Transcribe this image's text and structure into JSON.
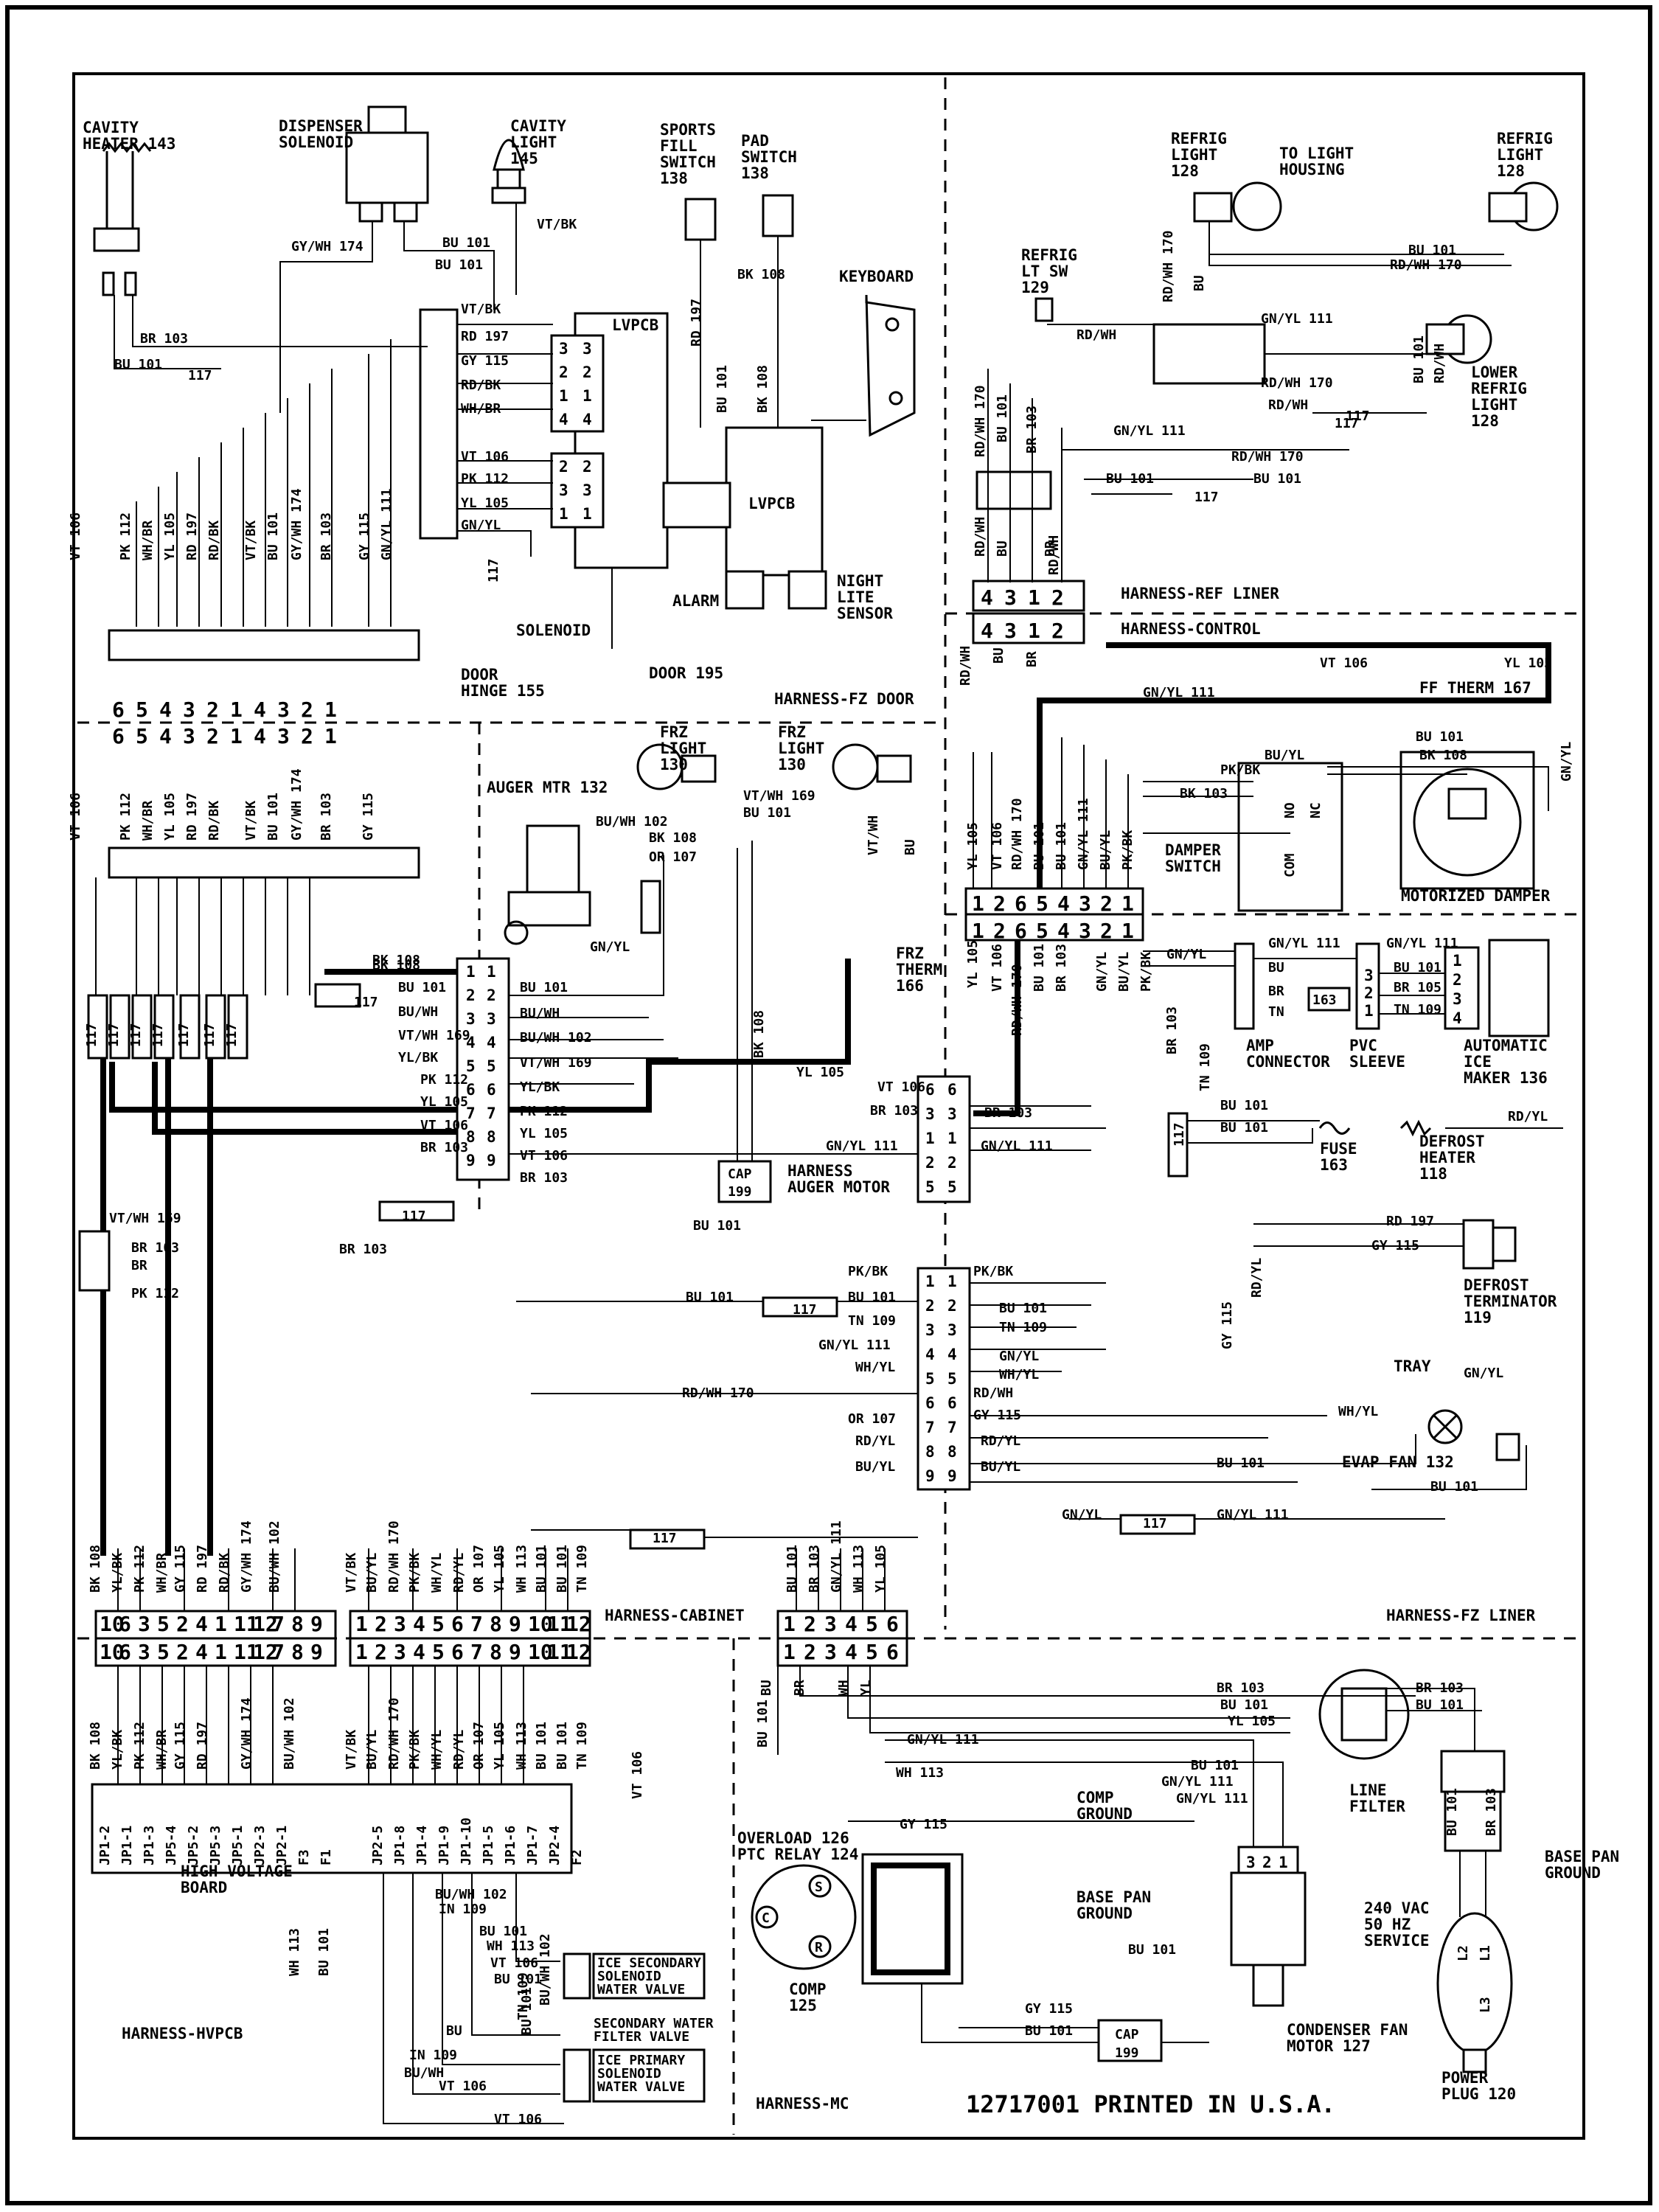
{
  "footer": {
    "part_print": "12717001 PRINTED IN U.S.A."
  },
  "harness_labels": {
    "fz_door": "HARNESS-FZ DOOR",
    "ref_liner": "HARNESS-REF LINER",
    "control": "HARNESS-CONTROL",
    "cabinet": "HARNESS-CABINET",
    "fz_liner": "HARNESS-FZ LINER",
    "hvpcb": "HARNESS-HVPCB",
    "mc": "HARNESS-MC"
  },
  "components": [
    {
      "id": "cavity_heater",
      "lines": [
        "CAVITY",
        "HEATER 143"
      ]
    },
    {
      "id": "dispenser_solenoid",
      "lines": [
        "DISPENSER",
        "SOLENOID"
      ]
    },
    {
      "id": "cavity_light",
      "lines": [
        "CAVITY",
        "LIGHT",
        "145"
      ]
    },
    {
      "id": "sports_fill_switch",
      "lines": [
        "SPORTS",
        "FILL",
        "SWITCH",
        "138"
      ]
    },
    {
      "id": "pad_switch",
      "lines": [
        "PAD",
        "SWITCH",
        "138"
      ]
    },
    {
      "id": "keyboard",
      "lines": [
        "KEYBOARD"
      ]
    },
    {
      "id": "lvpcb_top",
      "lines": [
        "LVPCB"
      ]
    },
    {
      "id": "lvpcb_mid",
      "lines": [
        "LVPCB"
      ]
    },
    {
      "id": "alarm",
      "lines": [
        "ALARM"
      ]
    },
    {
      "id": "night_lite_sensor",
      "lines": [
        "NIGHT",
        "LITE",
        "SENSOR"
      ]
    },
    {
      "id": "solenoid_ground",
      "lines": [
        "SOLENOID"
      ]
    },
    {
      "id": "door_hinge",
      "lines": [
        "DOOR",
        "HINGE 155"
      ]
    },
    {
      "id": "door_195",
      "lines": [
        "DOOR 195"
      ]
    },
    {
      "id": "refrig_light_left",
      "lines": [
        "REFRIG",
        "LIGHT",
        "128"
      ]
    },
    {
      "id": "to_light_housing",
      "lines": [
        "TO LIGHT",
        "HOUSING"
      ]
    },
    {
      "id": "refrig_light_right",
      "lines": [
        "REFRIG",
        "LIGHT",
        "128"
      ]
    },
    {
      "id": "refrig_lt_sw",
      "lines": [
        "REFRIG",
        "LT SW",
        "129"
      ]
    },
    {
      "id": "lower_refrig_light",
      "lines": [
        "LOWER",
        "REFRIG",
        "LIGHT",
        "128"
      ]
    },
    {
      "id": "ff_therm",
      "lines": [
        "FF THERM 167"
      ]
    },
    {
      "id": "frz_light_left",
      "lines": [
        "FRZ",
        "LIGHT",
        "130"
      ]
    },
    {
      "id": "frz_light_right",
      "lines": [
        "FRZ",
        "LIGHT",
        "130"
      ]
    },
    {
      "id": "auger_mtr",
      "lines": [
        "AUGER MTR 132"
      ]
    },
    {
      "id": "damper_switch",
      "lines": [
        "DAMPER",
        "SWITCH"
      ]
    },
    {
      "id": "motorized_damper",
      "lines": [
        "MOTORIZED DAMPER"
      ]
    },
    {
      "id": "frz_therm",
      "lines": [
        "FRZ",
        "THERM",
        "166"
      ]
    },
    {
      "id": "harness_auger_motor",
      "lines": [
        "HARNESS",
        "AUGER MOTOR"
      ]
    },
    {
      "id": "amp_connector",
      "lines": [
        "AMP",
        "CONNECTOR"
      ]
    },
    {
      "id": "pvc_sleeve",
      "lines": [
        "PVC",
        "SLEEVE"
      ]
    },
    {
      "id": "automatic_ice_maker",
      "lines": [
        "AUTOMATIC",
        "ICE",
        "MAKER 136"
      ]
    },
    {
      "id": "fuse",
      "lines": [
        "FUSE",
        "163"
      ]
    },
    {
      "id": "defrost_heater",
      "lines": [
        "DEFROST",
        "HEATER",
        "118"
      ]
    },
    {
      "id": "defrost_terminator",
      "lines": [
        "DEFROST",
        "TERMINATOR",
        "119"
      ]
    },
    {
      "id": "tray",
      "lines": [
        "TRAY"
      ]
    },
    {
      "id": "evap_fan",
      "lines": [
        "EVAP FAN 132"
      ]
    },
    {
      "id": "high_voltage_board",
      "lines": [
        "HIGH VOLTAGE",
        "BOARD"
      ]
    },
    {
      "id": "line_filter",
      "lines": [
        "LINE",
        "FILTER"
      ]
    },
    {
      "id": "comp_ground",
      "lines": [
        "COMP",
        "GROUND"
      ]
    },
    {
      "id": "base_pan_ground",
      "lines": [
        "BASE PAN",
        "GROUND"
      ]
    },
    {
      "id": "overload_ptc",
      "lines": [
        "OVERLOAD 126",
        "PTC RELAY 124"
      ]
    },
    {
      "id": "comp",
      "lines": [
        "COMP",
        "125"
      ]
    },
    {
      "id": "condenser_fan_motor",
      "lines": [
        "CONDENSER FAN",
        "MOTOR 127"
      ]
    },
    {
      "id": "service",
      "lines": [
        "240 VAC",
        "50 HZ",
        "SERVICE"
      ]
    },
    {
      "id": "power_plug",
      "lines": [
        "POWER",
        "PLUG 120"
      ]
    },
    {
      "id": "base_pan_ground_2",
      "lines": [
        "BASE PAN",
        "GROUND"
      ]
    },
    {
      "id": "secondary_valve",
      "lines": [
        "ICE SECONDARY",
        "SOLENOID",
        "WATER VALVE"
      ]
    },
    {
      "id": "secondary_filter_valve",
      "lines": [
        "SECONDARY WATER",
        "FILTER VALVE"
      ]
    },
    {
      "id": "primary_valve",
      "lines": [
        "ICE PRIMARY",
        "SOLENOID",
        "WATER VALVE"
      ]
    }
  ],
  "pin_sets": {
    "fz_door_a": [
      "6",
      "5",
      "4",
      "3",
      "2",
      "1",
      "4",
      "3",
      "2",
      "1"
    ],
    "ref_liner": [
      "4",
      "3",
      "1",
      "2"
    ],
    "control": [
      "1",
      "2",
      "6",
      "5",
      "4",
      "3",
      "2",
      "1"
    ],
    "auger_plug": [
      "1",
      "2",
      "3",
      "4",
      "5",
      "6",
      "7",
      "8",
      "9"
    ],
    "mid_plug": [
      "6",
      "3",
      "1",
      "2",
      "5"
    ],
    "mid_plug_9": [
      "1",
      "2",
      "3",
      "4",
      "5",
      "6",
      "7",
      "8",
      "9"
    ],
    "cabinet_a": [
      "10",
      "6",
      "3",
      "5",
      "2",
      "4",
      "1",
      "11",
      "12",
      "7",
      "8",
      "9"
    ],
    "cabinet_b": [
      "1",
      "2",
      "3",
      "4",
      "5",
      "6",
      "7",
      "8",
      "9",
      "10",
      "11",
      "12"
    ],
    "cabinet_c": [
      "1",
      "2",
      "3",
      "4",
      "5",
      "6"
    ],
    "lvpcb": [
      "3",
      "2",
      "1",
      "4",
      "2",
      "3",
      "1"
    ],
    "hvb_pins": [
      "JP1-2",
      "JP1-1",
      "JP1-3",
      "JP5-4",
      "JP5-2",
      "JP5-3",
      "JP5-1",
      "JP2-3",
      "JP2-1",
      "F3",
      "F1",
      "JP2-5",
      "JP1-8",
      "JP1-4",
      "JP1-9",
      "JP1-10",
      "JP1-5",
      "JP1-6",
      "JP1-7",
      "JP2-4",
      "F2"
    ],
    "small_pins": [
      "3",
      "2",
      "1"
    ],
    "ice_pins": [
      "1",
      "2",
      "3",
      "4"
    ]
  },
  "wire_labels": [
    {
      "t": "BU 101",
      "id": "w1"
    },
    {
      "t": "BR 103",
      "id": "w2"
    },
    {
      "t": "GY/WH 174",
      "id": "w3"
    },
    {
      "t": "VT/BK",
      "id": "w4"
    },
    {
      "t": "RD 197",
      "id": "w5"
    },
    {
      "t": "GY 115",
      "id": "w6"
    },
    {
      "t": "RD/BK",
      "id": "w7"
    },
    {
      "t": "WH/BR",
      "id": "w8"
    },
    {
      "t": "VT 106",
      "id": "w9"
    },
    {
      "t": "PK 112",
      "id": "w10"
    },
    {
      "t": "YL 105",
      "id": "w11"
    },
    {
      "t": "GN/YL",
      "id": "w12"
    },
    {
      "t": "BK 108",
      "id": "w13"
    },
    {
      "t": "RD/WH",
      "id": "w14"
    },
    {
      "t": "RD/WH 170",
      "id": "w15"
    },
    {
      "t": "GN/YL 111",
      "id": "w16"
    },
    {
      "t": "BU",
      "id": "w17"
    },
    {
      "t": "BR",
      "id": "w18"
    },
    {
      "t": "VT/WH 169",
      "id": "w19"
    },
    {
      "t": "OR 107",
      "id": "w20"
    },
    {
      "t": "BU/WH 102",
      "id": "w21"
    },
    {
      "t": "YL/BK",
      "id": "w22"
    },
    {
      "t": "BU/YL",
      "id": "w23"
    },
    {
      "t": "PK/BK",
      "id": "w24"
    },
    {
      "t": "BK 103",
      "id": "w25"
    },
    {
      "t": "TN 109",
      "id": "w26"
    },
    {
      "t": "WH/YL",
      "id": "w27"
    },
    {
      "t": "RD/YL",
      "id": "w28"
    },
    {
      "t": "WH 113",
      "id": "w29"
    },
    {
      "t": "VT/WH",
      "id": "w30"
    },
    {
      "t": "GY/WH",
      "id": "w31"
    },
    {
      "t": "IN 109",
      "id": "w32"
    },
    {
      "t": "BU/WH",
      "id": "w33"
    },
    {
      "t": "TN",
      "id": "w34"
    },
    {
      "t": "117",
      "id": "w35"
    },
    {
      "t": "163",
      "id": "w36"
    },
    {
      "t": "CAP",
      "id": "w37"
    },
    {
      "t": "199",
      "id": "w38"
    },
    {
      "t": "NO",
      "id": "w39"
    },
    {
      "t": "NC",
      "id": "w40"
    },
    {
      "t": "COM",
      "id": "w41"
    },
    {
      "t": "S",
      "id": "w42"
    },
    {
      "t": "C",
      "id": "w43"
    },
    {
      "t": "R",
      "id": "w44"
    },
    {
      "t": "L1",
      "id": "w45"
    },
    {
      "t": "L2",
      "id": "w46"
    },
    {
      "t": "L3",
      "id": "w47"
    },
    {
      "t": "YL",
      "id": "w48"
    },
    {
      "t": "WH",
      "id": "w49"
    },
    {
      "t": "VT 106",
      "id": "w50"
    },
    {
      "t": "GN/YL 111",
      "id": "w51"
    },
    {
      "t": "BU 101",
      "id": "w52"
    },
    {
      "t": "BR 105",
      "id": "w53"
    }
  ]
}
